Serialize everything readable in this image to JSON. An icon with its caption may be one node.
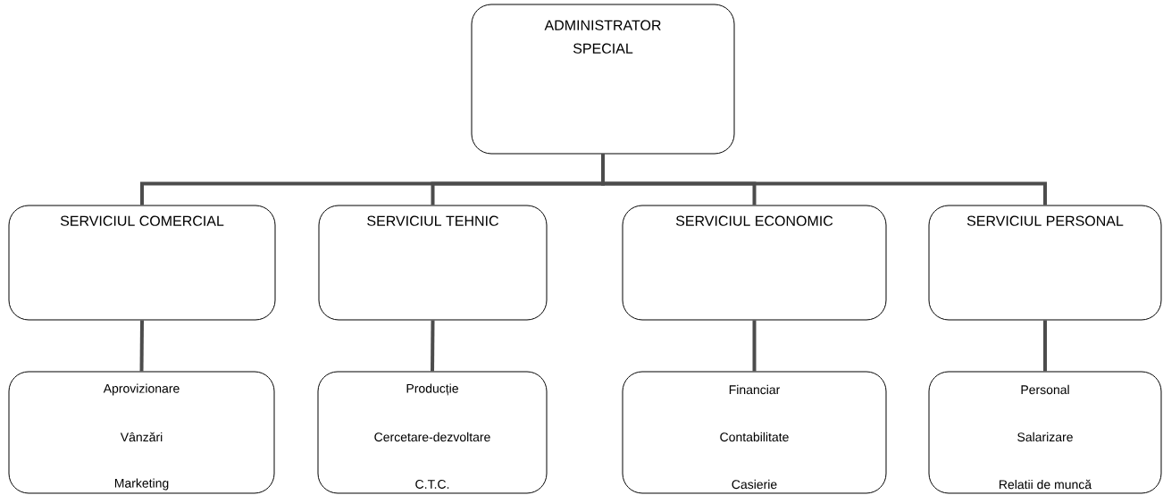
{
  "diagram": {
    "nodes": [
      {
        "text": [
          "ADMINISTRATOR SPECIAL"
        ]
      },
      {
        "text": [
          "SERVICIUL COMERCIAL"
        ]
      },
      {
        "text": [
          "SERVICIUL TEHNIC"
        ]
      },
      {
        "text": [
          "SERVICIUL ECONOMIC"
        ]
      },
      {
        "text": [
          "SERVICIUL PERSONAL"
        ]
      },
      {
        "text": [
          "Aprovizionare",
          "Vânzări",
          "Marketing"
        ]
      },
      {
        "text": [
          "Producție",
          "Cercetare-dezvoltare",
          "C.T.C."
        ]
      },
      {
        "text": [
          "Financiar",
          "Contabilitate",
          "Casierie"
        ]
      },
      {
        "text": [
          "Personal",
          "Salarizare",
          "Relatii de muncă"
        ]
      }
    ],
    "edges": [
      {
        "from": 0,
        "to": 1,
        "arrow": "none"
      },
      {
        "from": 0,
        "to": 2,
        "arrow": "none"
      },
      {
        "from": 0,
        "to": 3,
        "arrow": "none"
      },
      {
        "from": 0,
        "to": 4,
        "arrow": "none"
      },
      {
        "from": 1,
        "to": 5,
        "arrow": "none"
      },
      {
        "from": 2,
        "to": 6,
        "arrow": "none"
      },
      {
        "from": 3,
        "to": 7,
        "arrow": "none"
      },
      {
        "from": 4,
        "to": 8,
        "arrow": "none"
      }
    ]
  }
}
